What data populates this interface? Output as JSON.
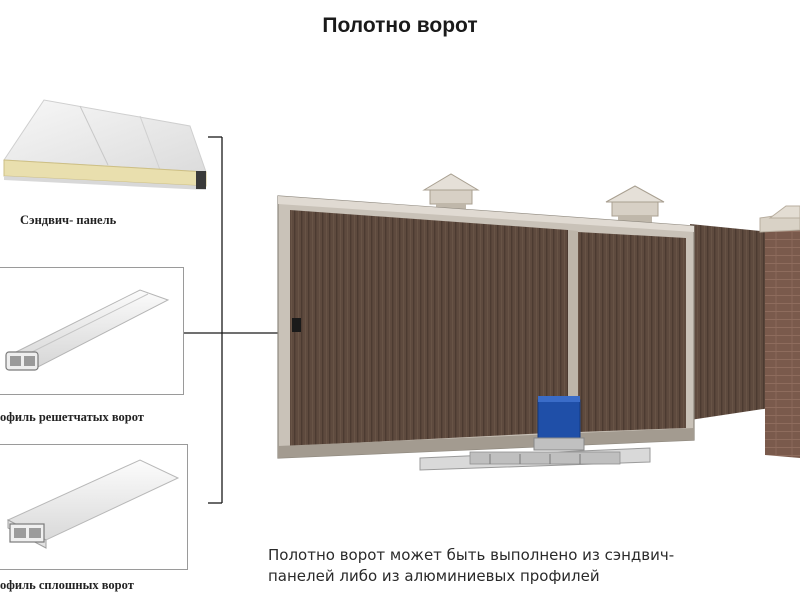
{
  "title": "Полотно ворот",
  "items": [
    {
      "label": "Сэндвич- панель",
      "icon": "sandwich-panel-icon"
    },
    {
      "label": "офиль решетчатых ворот",
      "icon": "lattice-profile-icon"
    },
    {
      "label": "офиль сплошных ворот",
      "icon": "solid-profile-icon"
    }
  ],
  "caption": "Полотно ворот может быть выполнено из сэндвич-\nпанелей либо из алюминиевых профилей",
  "colors": {
    "gate_panel": "#5e4a3e",
    "gate_frame": "#c9c2b8",
    "brick_pillar": "#7a5a4c",
    "motor": "#1f4fa8",
    "connector_line": "#1a1a1a",
    "panel_foam": "#e9dfae"
  }
}
